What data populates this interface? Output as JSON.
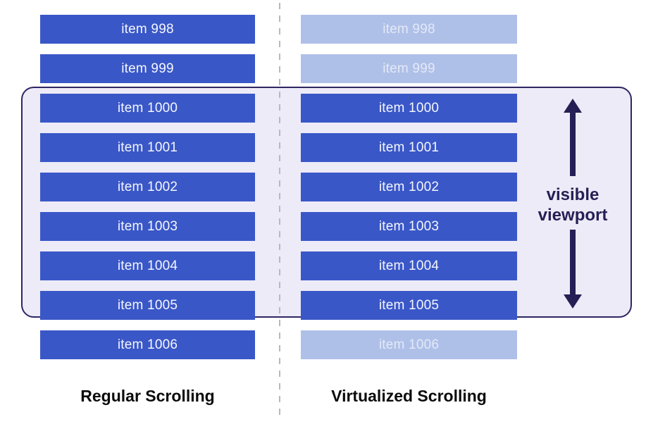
{
  "items": [
    {
      "label": "item 998",
      "in_viewport": false
    },
    {
      "label": "item 999",
      "in_viewport": false
    },
    {
      "label": "item 1000",
      "in_viewport": true
    },
    {
      "label": "item 1001",
      "in_viewport": true
    },
    {
      "label": "item 1002",
      "in_viewport": true
    },
    {
      "label": "item 1003",
      "in_viewport": true
    },
    {
      "label": "item 1004",
      "in_viewport": true
    },
    {
      "label": "item 1005",
      "in_viewport": true
    },
    {
      "label": "item 1006",
      "in_viewport": false
    }
  ],
  "columns": {
    "regular": {
      "label": "Regular Scrolling"
    },
    "virtualized": {
      "label": "Virtualized Scrolling"
    }
  },
  "viewport": {
    "label_line1": "visible",
    "label_line2": "viewport"
  },
  "colors": {
    "background": "#FFFFFF",
    "item_fill": "#3A57C8",
    "item_text": "#F5F7FC",
    "item_faded_fill": "#AFC0E8",
    "item_faded_text": "#E3E9F7",
    "viewport_fill": "#EDEBF7",
    "viewport_border": "#2E2663",
    "annotation": "#261F55",
    "divider": "#B9B9BD",
    "label_text": "#0B0B0B"
  }
}
